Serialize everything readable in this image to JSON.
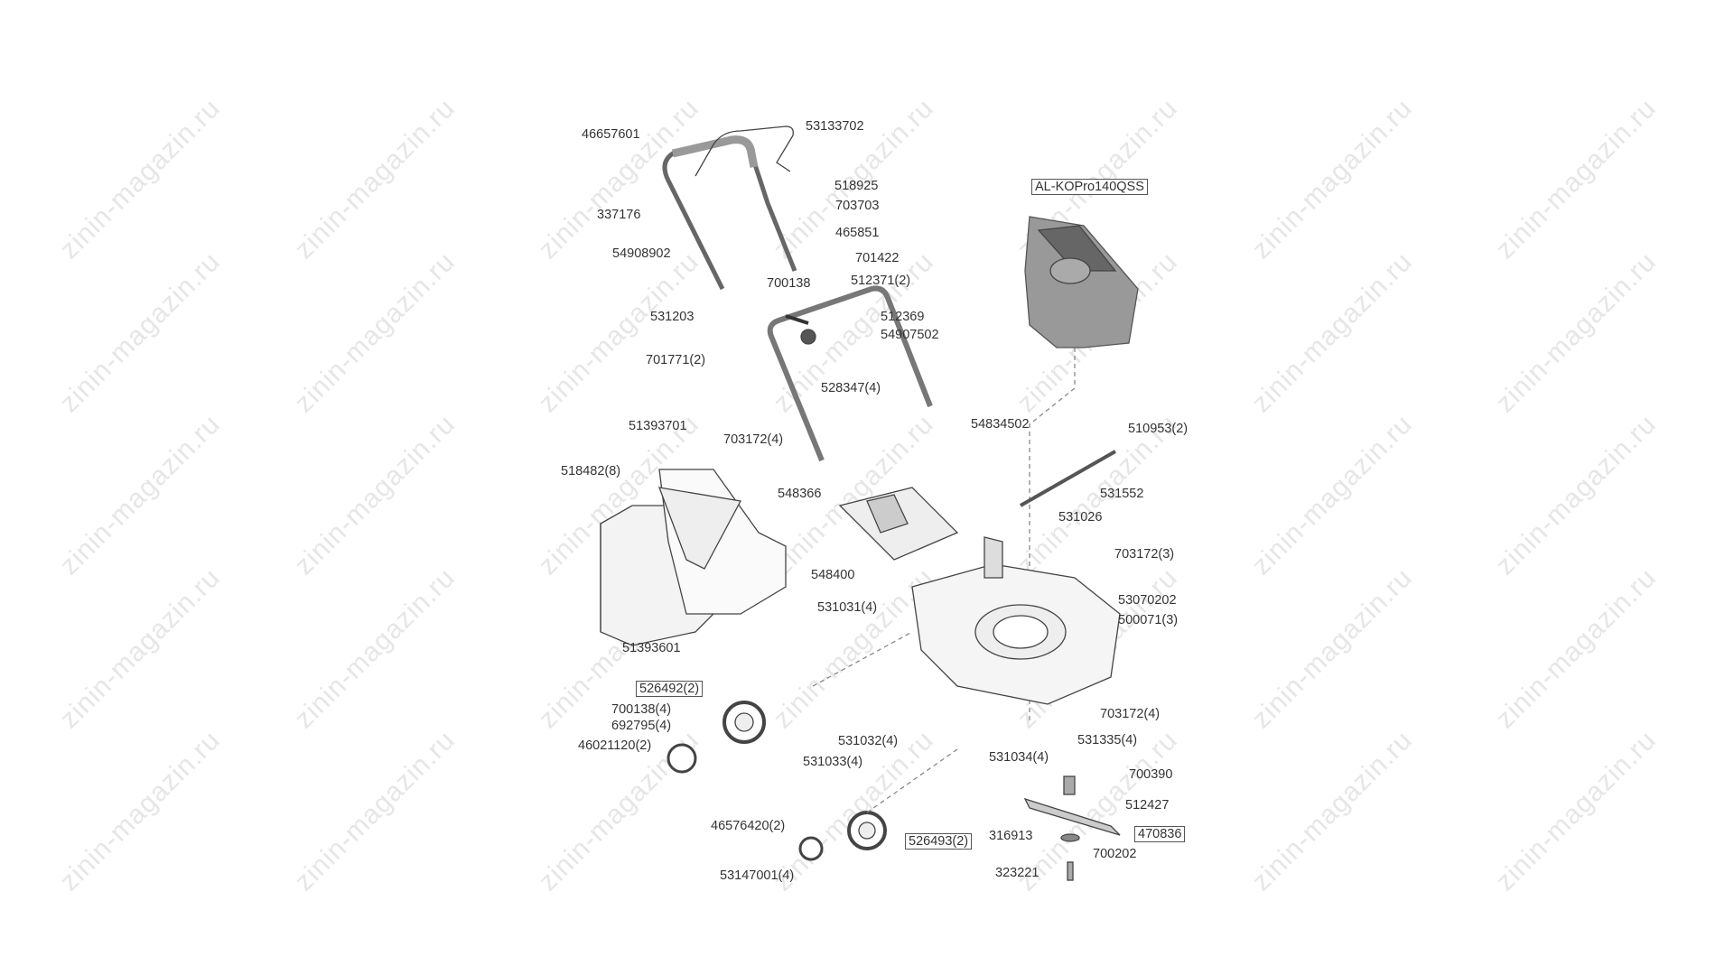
{
  "watermark": "zinin-magazin.ru",
  "engine_label": "AL-KOPro140QSS",
  "parts": {
    "p46657601": "46657601",
    "p53133702": "53133702",
    "p518925": "518925",
    "p703703": "703703",
    "p337176": "337176",
    "p465851": "465851",
    "p54908902": "54908902",
    "p701422": "701422",
    "p700138": "700138",
    "p512371": "512371(2)",
    "p531203": "531203",
    "p512369": "512369",
    "p54907502": "54907502",
    "p701771": "701771(2)",
    "p528347": "528347(4)",
    "p51393701": "51393701",
    "p54834502": "54834502",
    "p703172a": "703172(4)",
    "p510953": "510953(2)",
    "p518482": "518482(8)",
    "p548366": "548366",
    "p531552": "531552",
    "p531026": "531026",
    "p703172b": "703172(3)",
    "p548400": "548400",
    "p53070202": "53070202",
    "p531031": "531031(4)",
    "p500071": "500071(3)",
    "p51393601": "51393601",
    "p526492": "526492(2)",
    "p703172c": "703172(4)",
    "p700138b": "700138(4)",
    "p692795": "692795(4)",
    "p531032": "531032(4)",
    "p531335": "531335(4)",
    "p46021120": "46021120(2)",
    "p531034": "531034(4)",
    "p531033": "531033(4)",
    "p700390": "700390",
    "p512427": "512427",
    "p316913": "316913",
    "p470836": "470836",
    "p46576420": "46576420(2)",
    "p526493": "526493(2)",
    "p700202": "700202",
    "p323221": "323221",
    "p53147001": "53147001(4)"
  }
}
